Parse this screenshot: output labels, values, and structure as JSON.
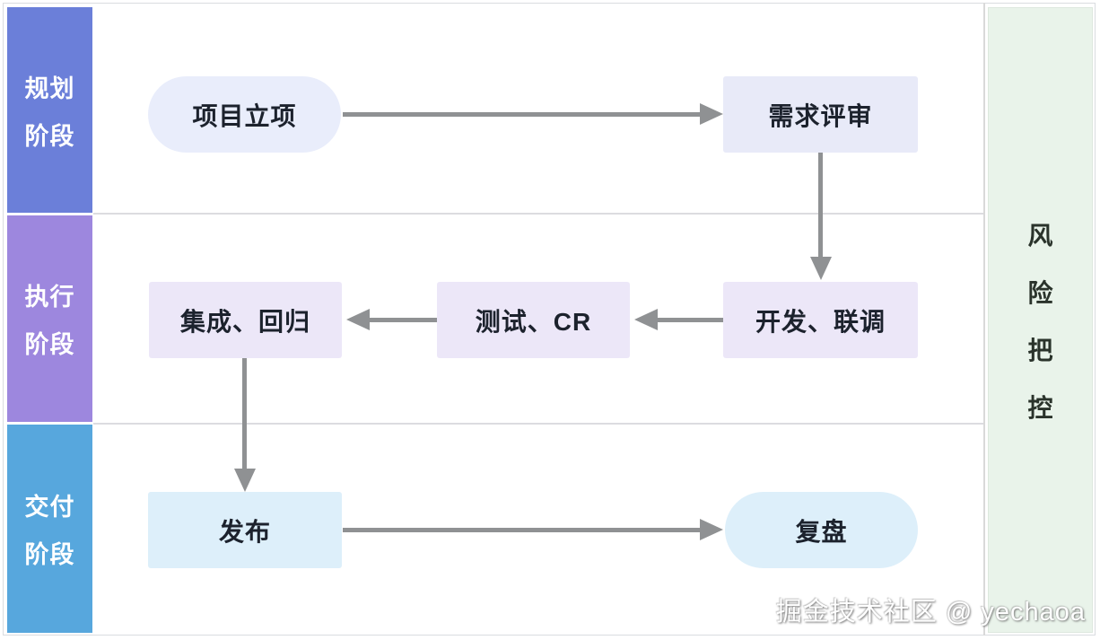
{
  "diagram": {
    "type": "flowchart",
    "description": "项目研发流程图：三个阶段泳道与风险把控侧栏"
  },
  "phases": [
    {
      "id": "planning",
      "lines": [
        "规划",
        "阶段"
      ],
      "color": "#6b7fd9"
    },
    {
      "id": "execution",
      "lines": [
        "执行",
        "阶段"
      ],
      "color": "#9d87de"
    },
    {
      "id": "delivery",
      "lines": [
        "交付",
        "阶段"
      ],
      "color": "#57a7dd"
    }
  ],
  "nodes": [
    {
      "id": "project-initiation",
      "label": "项目立项",
      "shape": "pill",
      "phase": "规划阶段",
      "color": "#e9edfb"
    },
    {
      "id": "requirement-review",
      "label": "需求评审",
      "shape": "rect",
      "phase": "规划阶段",
      "color": "#e8eaf8"
    },
    {
      "id": "dev-joint-debug",
      "label": "开发、联调",
      "shape": "rect",
      "phase": "执行阶段",
      "color": "#ece7f8"
    },
    {
      "id": "test-cr",
      "label": "测试、CR",
      "shape": "rect",
      "phase": "执行阶段",
      "color": "#ece7f8"
    },
    {
      "id": "integration-regression",
      "label": "集成、回归",
      "shape": "rect",
      "phase": "执行阶段",
      "color": "#ece7f8"
    },
    {
      "id": "release",
      "label": "发布",
      "shape": "rect",
      "phase": "交付阶段",
      "color": "#ddeffa"
    },
    {
      "id": "retrospective",
      "label": "复盘",
      "shape": "pill",
      "phase": "交付阶段",
      "color": "#ddeffa"
    }
  ],
  "edges": [
    {
      "from": "项目立项",
      "to": "需求评审",
      "direction": "right"
    },
    {
      "from": "需求评审",
      "to": "开发、联调",
      "direction": "down"
    },
    {
      "from": "开发、联调",
      "to": "测试、CR",
      "direction": "left"
    },
    {
      "from": "测试、CR",
      "to": "集成、回归",
      "direction": "left"
    },
    {
      "from": "集成、回归",
      "to": "发布",
      "direction": "down"
    },
    {
      "from": "发布",
      "to": "复盘",
      "direction": "right"
    }
  ],
  "risk_sidebar": {
    "text": "风险把控",
    "chars": [
      "风",
      "险",
      "把",
      "控"
    ],
    "bg_color": "#e9f3ea",
    "text_color": "#2a332b"
  },
  "watermark": "掘金技术社区 @ yechaoa",
  "colors": {
    "arrow": "#8f9193",
    "node_text": "#1c222d",
    "phase_text": "#ffffff",
    "divider": "#dcdce0",
    "background": "#ffffff"
  }
}
